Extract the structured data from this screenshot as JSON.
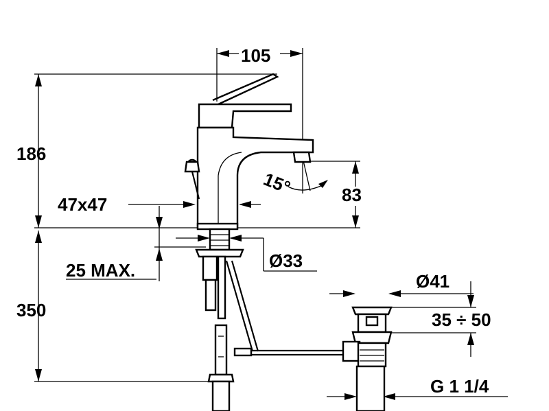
{
  "dimensions": {
    "spout_reach": "105",
    "total_height": "186",
    "base_size": "47x47",
    "spout_angle": "15°",
    "spout_height": "83",
    "hole_diameter": "Ø33",
    "deck_thickness": "25 MAX.",
    "supply_length": "350",
    "drain_diameter": "Ø41",
    "drain_range": "35 ÷ 50",
    "drain_thread": "G 1 1/4"
  }
}
